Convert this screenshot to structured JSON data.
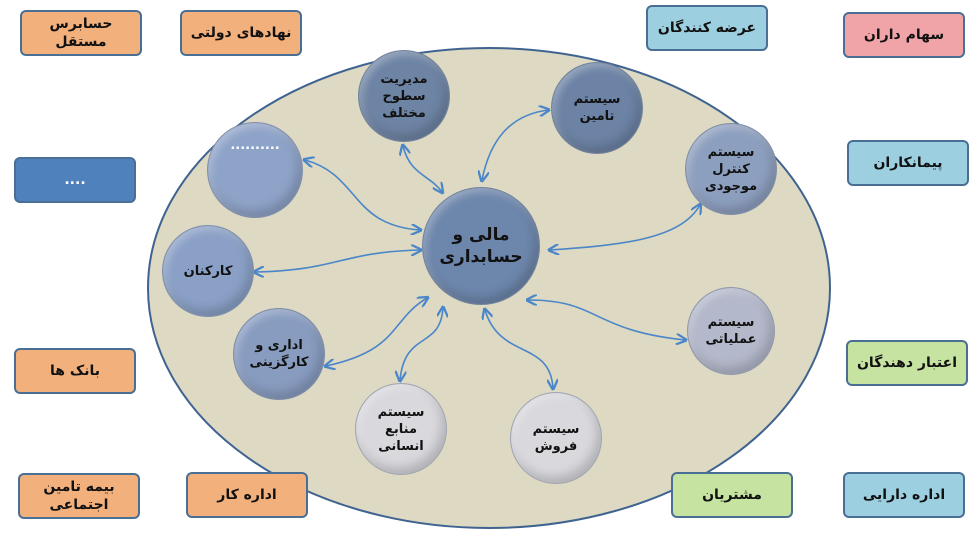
{
  "center": "مالی و\nحسابداری",
  "nodes": {
    "management": "مدیریت\nسطوح\nمختلف",
    "supply": "سیستم\nتامین",
    "inventory": "سیستم\nکنترل\nموجودی",
    "operations": "سیستم\nعملیاتی",
    "sales": "سیستم\nفروش",
    "hr": "سیستم\nمنابع\nانسانی",
    "admin": "اداری و\nکارگزینی",
    "staff": "کارکنان",
    "other": ".........."
  },
  "stakeholders": {
    "auditor": "حسابرس مستقل",
    "government": "نهادهای دولتی",
    "suppliers": "عرضه کنندگان",
    "shareholders": "سهام داران",
    "other": "....",
    "contractors": "پیمانکاران",
    "banks": "بانک ها",
    "creditors": "اعتبار دهندگان",
    "insurance": "بیمه تامین اجتماعی",
    "labor_office": "اداره کار",
    "customers": "مشتریان",
    "tax_office": "اداره دارایی"
  }
}
